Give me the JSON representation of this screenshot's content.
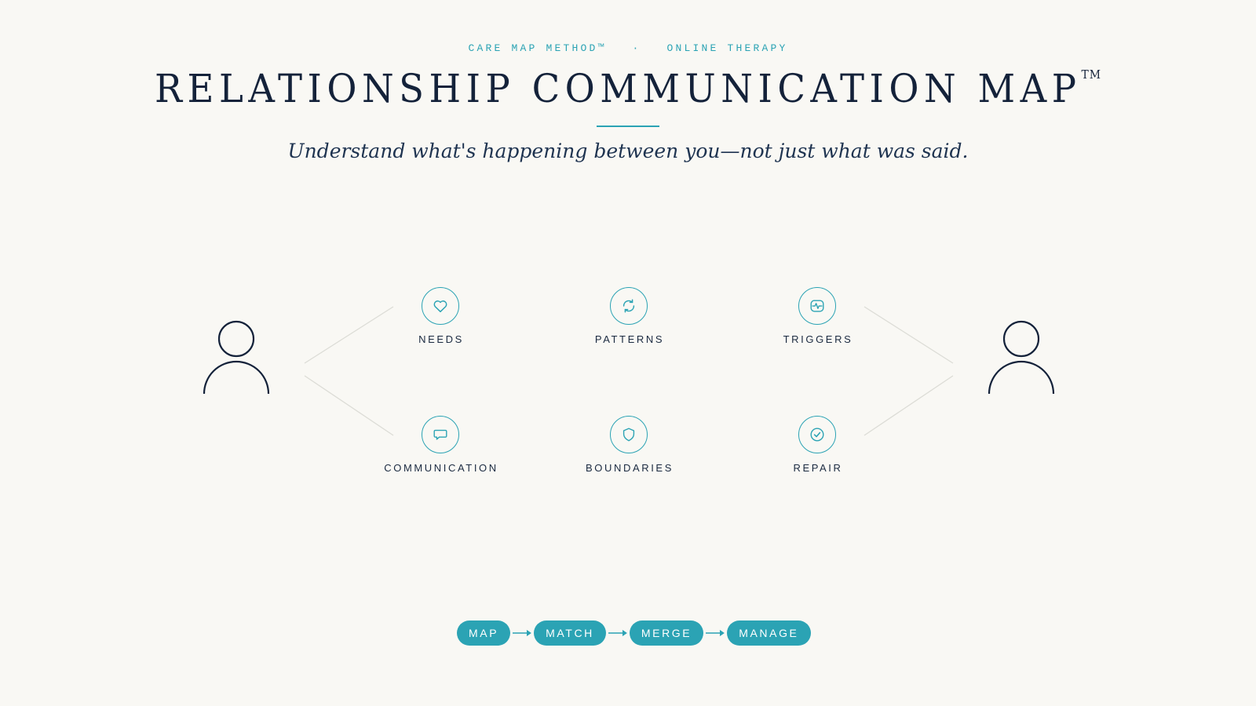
{
  "header": {
    "eyebrow_left": "CARE MAP METHOD™",
    "eyebrow_sep": "·",
    "eyebrow_right": "ONLINE THERAPY",
    "title": "RELATIONSHIP COMMUNICATION MAP",
    "title_mark": "TM",
    "subtitle": "Understand what's happening between you—not just what was said."
  },
  "people": [
    {
      "name": "person-left-icon",
      "icon": "person-icon"
    },
    {
      "name": "person-right-icon",
      "icon": "person-icon"
    }
  ],
  "nodes": [
    {
      "label": "NEEDS",
      "icon": "heart-icon"
    },
    {
      "label": "PATTERNS",
      "icon": "refresh-icon"
    },
    {
      "label": "TRIGGERS",
      "icon": "pulse-icon"
    },
    {
      "label": "COMMUNICATION",
      "icon": "speech-bubble-icon"
    },
    {
      "label": "BOUNDARIES",
      "icon": "shield-icon"
    },
    {
      "label": "REPAIR",
      "icon": "check-icon"
    }
  ],
  "steps": [
    {
      "label": "MAP"
    },
    {
      "label": "MATCH"
    },
    {
      "label": "MERGE"
    },
    {
      "label": "MANAGE"
    }
  ],
  "colors": {
    "accent": "#2ba3b4",
    "ink": "#14223a",
    "background": "#f9f8f4",
    "connector": "#dcdcd6"
  }
}
